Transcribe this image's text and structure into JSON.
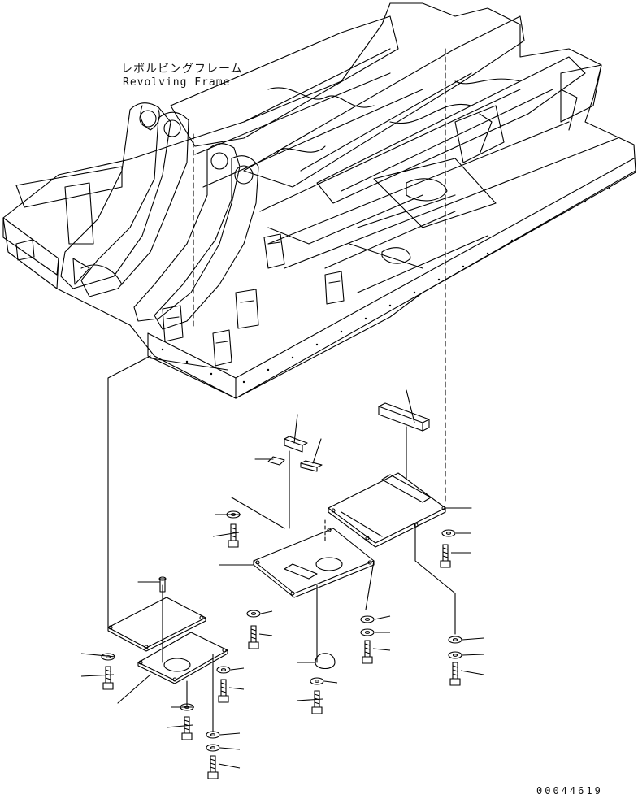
{
  "diagram": {
    "title_jp": "レボルビングフレーム",
    "title_en": "Revolving Frame",
    "figure_number": "00044619",
    "line_color": "#000000",
    "background": "#ffffff"
  }
}
